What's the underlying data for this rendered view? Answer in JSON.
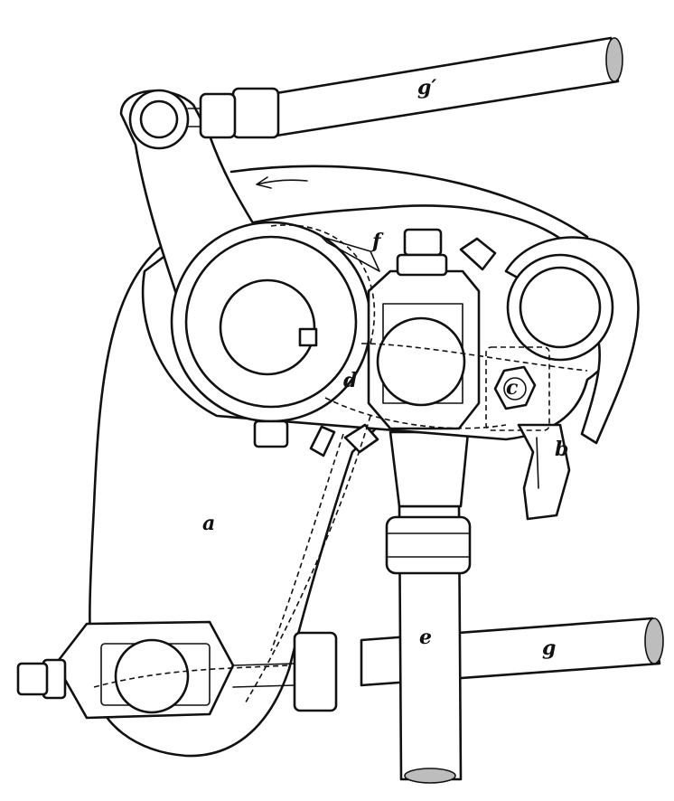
{
  "diagram": {
    "labels": {
      "a": "a",
      "b": "b",
      "c": "c",
      "d": "d",
      "e": "e",
      "f": "f",
      "g": "g",
      "g_prime": "g′"
    }
  }
}
